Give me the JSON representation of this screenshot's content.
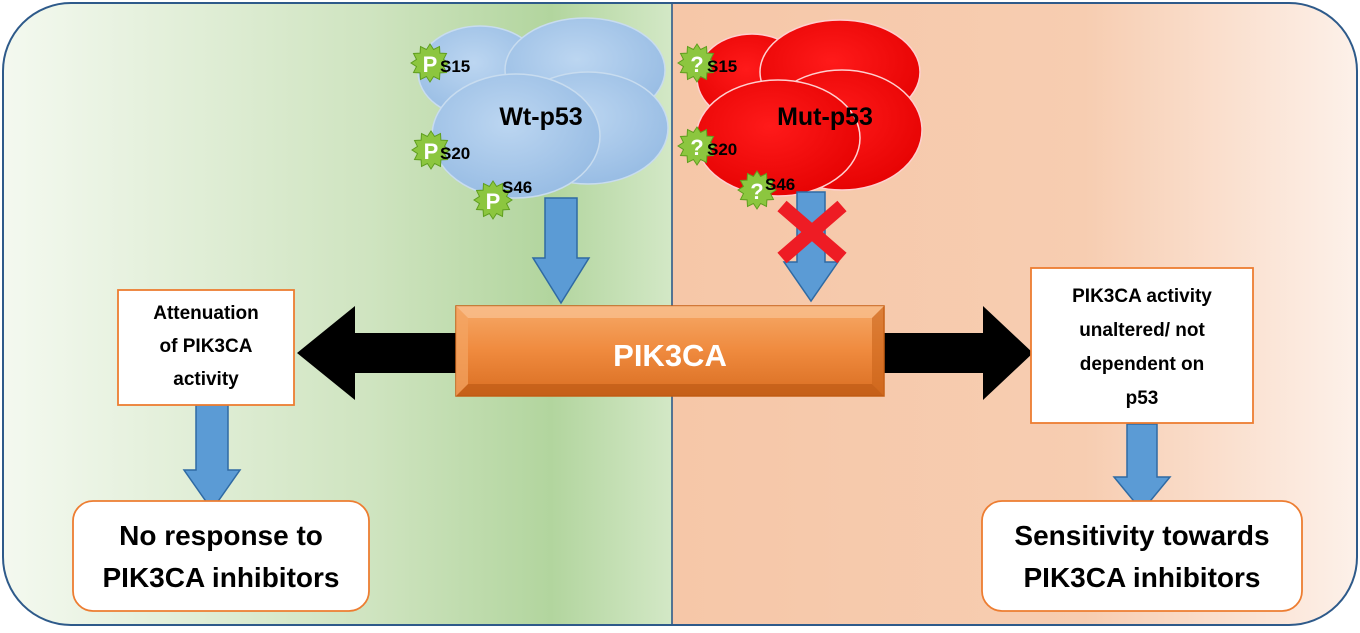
{
  "wild_type": {
    "label": "Wt-p53",
    "phospho_marks": [
      {
        "symbol": "P",
        "site": "S15"
      },
      {
        "symbol": "P",
        "site": "S20"
      },
      {
        "symbol": "P",
        "site": "S46"
      }
    ],
    "outcome_box": {
      "lines": [
        "Attenuation",
        "of PIK3CA",
        "activity"
      ]
    },
    "response_box": {
      "lines": [
        "No response to",
        "PIK3CA inhibitors"
      ]
    }
  },
  "mutant": {
    "label": "Mut-p53",
    "phospho_marks": [
      {
        "symbol": "?",
        "site": "S15"
      },
      {
        "symbol": "?",
        "site": "S20"
      },
      {
        "symbol": "?",
        "site": "S46"
      }
    ],
    "outcome_box": {
      "lines": [
        "PIK3CA activity",
        "unaltered/ not",
        "dependent on",
        "p53"
      ]
    },
    "response_box": {
      "lines": [
        "Sensitivity towards",
        "PIK3CA inhibitors"
      ]
    }
  },
  "center": {
    "label": "PIK3CA"
  },
  "colors": {
    "wild_type_blob": "#a9c9ea",
    "mutant_blob": "#f20000",
    "center_box": "#ef8a3e",
    "blue_arrow": "#5b9bd5",
    "phospho_star": "#8cc63f",
    "cross": "#ee1c24",
    "box_border": "#ed7d31"
  }
}
